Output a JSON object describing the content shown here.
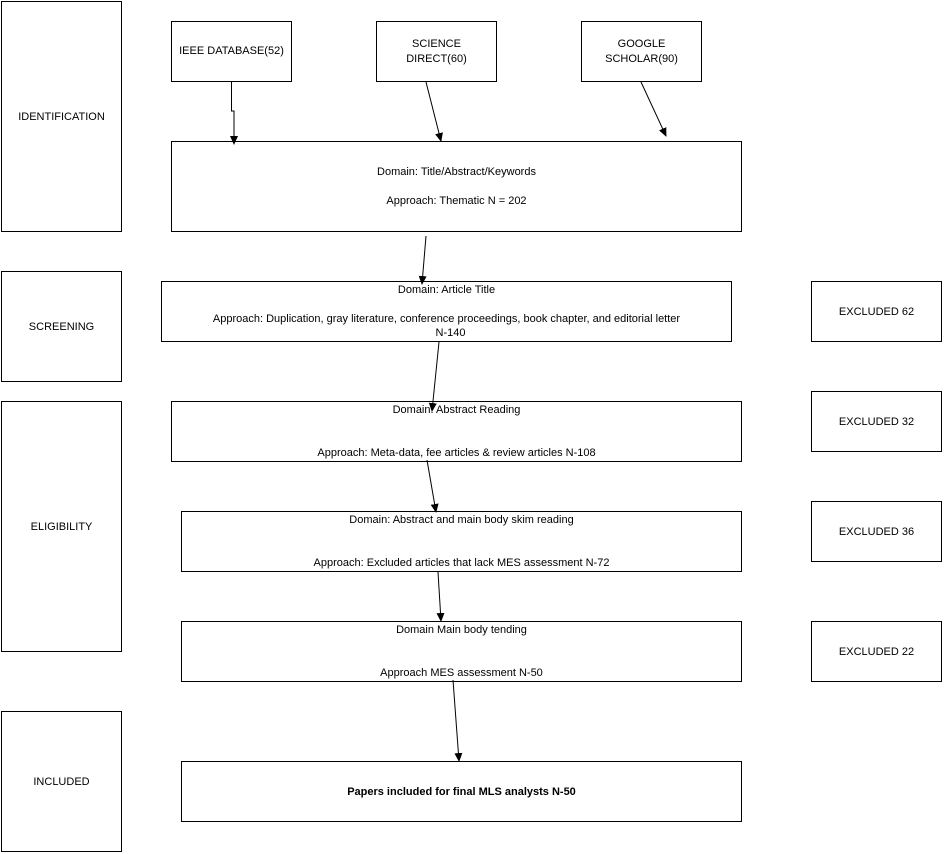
{
  "stages": {
    "identification": "IDENTIFICATION",
    "screening": "SCREENING",
    "eligibility": "ELIGIBILITY",
    "included": "INCLUDED"
  },
  "sources": {
    "ieee": "IEEE DATABASE(52)",
    "science_direct": "SCIENCE DIRECT(60)",
    "google_scholar": "GOOGLE SCHOLAR(90)"
  },
  "boxes": {
    "identification": {
      "line1": "Domain: Title/Abstract/Keywords",
      "line2": "Approach: Thematic N = 202"
    },
    "screening": {
      "line1": "Domain: Article Title",
      "line2": "Approach: Duplication, gray literature, conference proceedings, book chapter, and editorial letter",
      "line3": "N-140"
    },
    "abstract_reading": {
      "line1": "Domain: Abstract Reading",
      "line2": "Approach: Meta-data, fee articles & review articles N-108"
    },
    "skim_reading": {
      "line1": "Domain: Abstract and main body skim reading",
      "line2": "Approach: Excluded articles that lack MES assessment N-72"
    },
    "main_body": {
      "line1": "Domain Main body tending",
      "line2": "Approach MES assessment N-50"
    },
    "included": {
      "line1": "Papers included for final MLS analysts N-50"
    }
  },
  "excluded": {
    "screening": "EXCLUDED 62",
    "abstract_reading": "EXCLUDED 32",
    "skim_reading": "EXCLUDED 36",
    "main_body": "EXCLUDED 22"
  }
}
